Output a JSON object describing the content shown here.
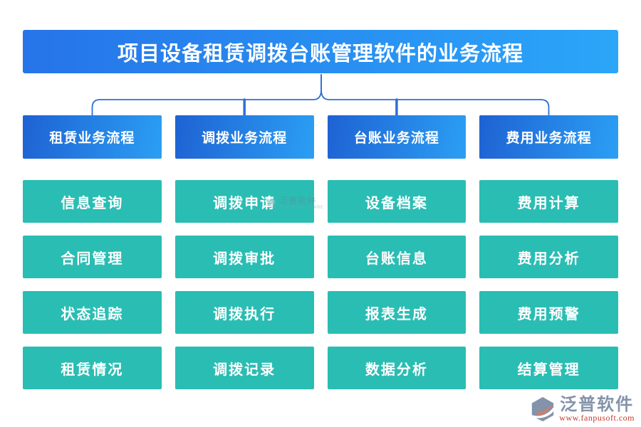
{
  "title": "项目设备租赁调拨台账管理软件的业务流程",
  "columns": [
    {
      "header": "租赁业务流程",
      "items": [
        "信息查询",
        "合同管理",
        "状态追踪",
        "租赁情况"
      ]
    },
    {
      "header": "调拨业务流程",
      "items": [
        "调拨申请",
        "调拨审批",
        "调拨执行",
        "调拨记录"
      ]
    },
    {
      "header": "台账业务流程",
      "items": [
        "设备档案",
        "台账信息",
        "报表生成",
        "数据分析"
      ]
    },
    {
      "header": "费用业务流程",
      "items": [
        "费用计算",
        "费用分析",
        "费用预警",
        "结算管理"
      ]
    }
  ],
  "watermark": {
    "brand": "泛普软件",
    "sub": "FANPU SOFTWARE"
  },
  "footer_logo": {
    "brand": "泛普软件",
    "url": "www.fanpusoft.com"
  },
  "colors": {
    "banner_gradient_start": "#2674E9",
    "banner_gradient_end": "#2BA6F9",
    "header_gradient_start": "#1E62D3",
    "header_gradient_end": "#2B9FF4",
    "node_teal": "#2ABDB3",
    "connector_blue": "#2E6FD6",
    "logo_gray_blue": "#8493A9",
    "logo_url_red": "#C23B2E",
    "logo_orange": "#DE7A5A"
  }
}
